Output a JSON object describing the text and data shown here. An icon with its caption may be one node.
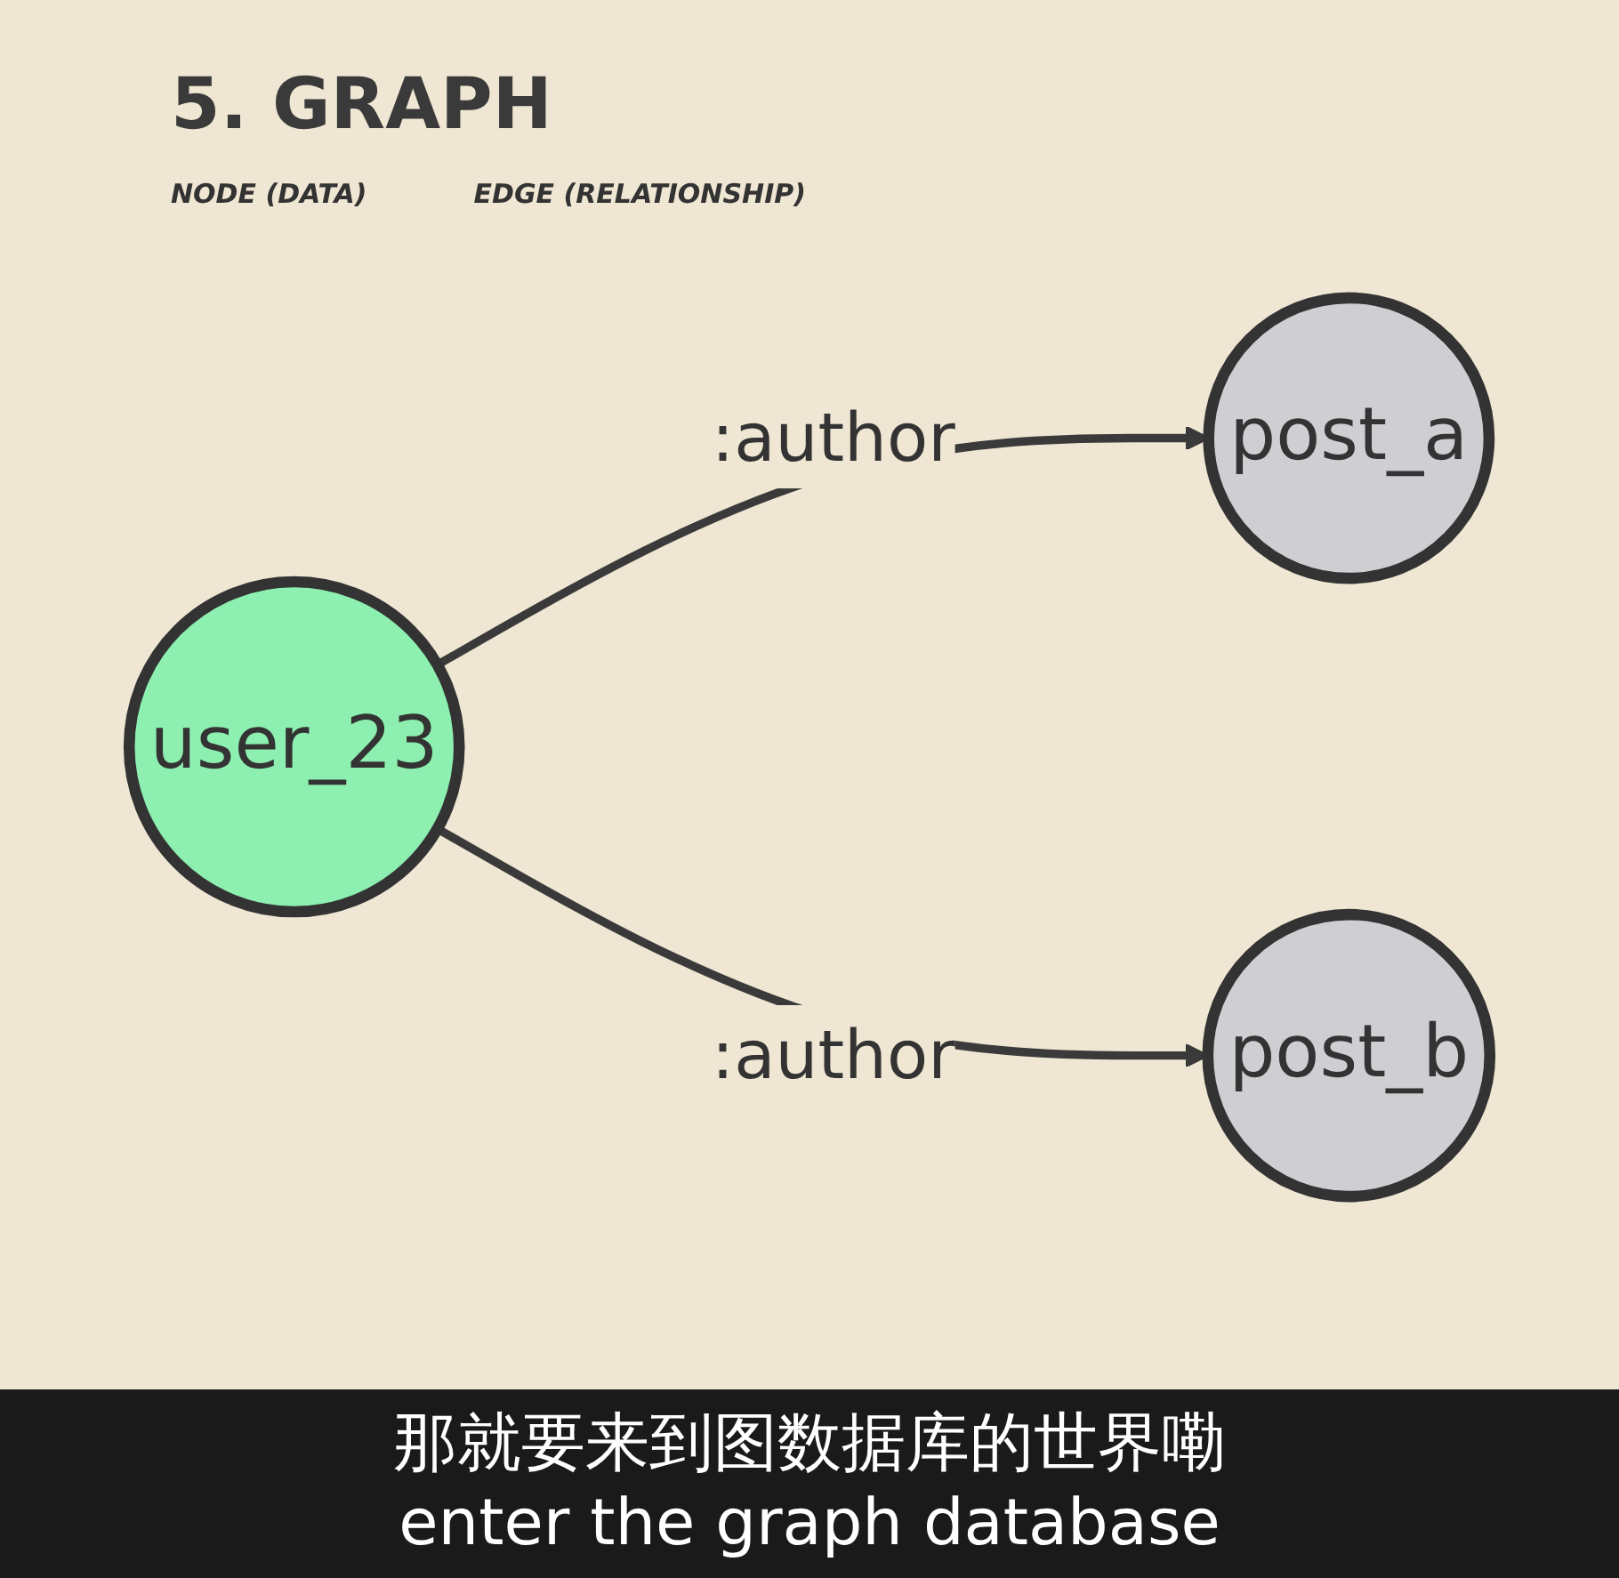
{
  "diagram": {
    "title": "5. GRAPH",
    "nodes": [
      {
        "text": [
          "user_23"
        ]
      },
      {
        "text": [
          "post_a"
        ]
      },
      {
        "text": [
          "post_b"
        ]
      }
    ],
    "edges": [
      {
        "from": 0,
        "to": 1,
        "arrow": "to",
        "label": ":author"
      },
      {
        "from": 0,
        "to": 2,
        "arrow": "to",
        "label": ":author"
      }
    ],
    "labels": [
      "NODE (DATA)",
      "EDGE (RELATIONSHIP)",
      "那就要来到图数据库的世界嘞",
      "enter the graph database"
    ]
  }
}
